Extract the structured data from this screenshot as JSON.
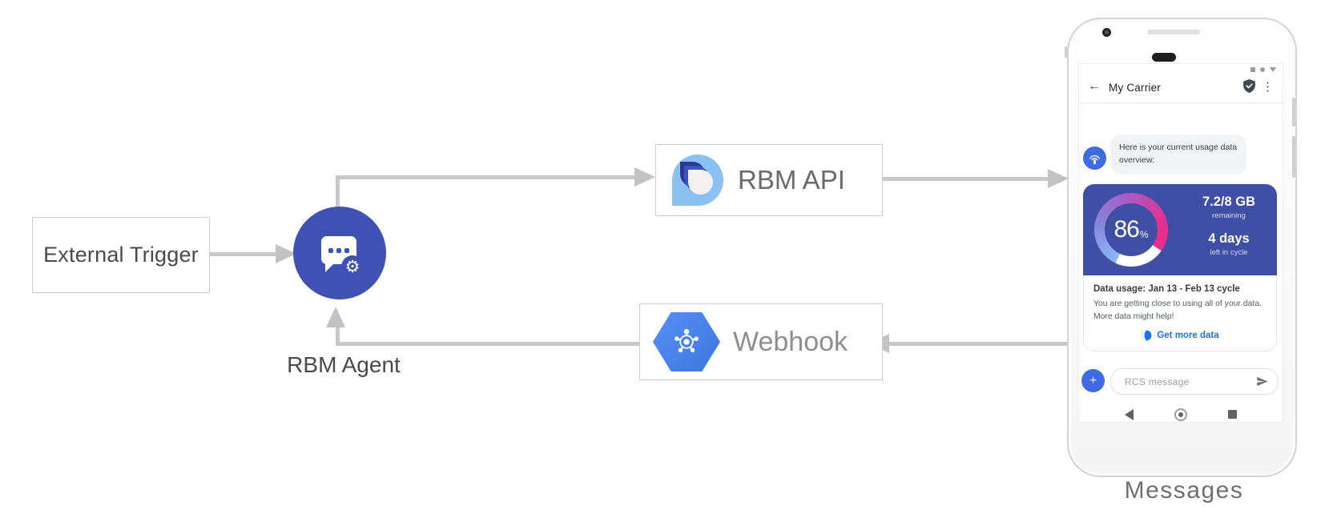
{
  "diagram": {
    "external_trigger_label": "External Trigger",
    "rbm_agent_label": "RBM Agent",
    "rbm_api_label": "RBM API",
    "webhook_label": "Webhook",
    "phone_caption": "Messages"
  },
  "phone": {
    "header": {
      "back_glyph": "←",
      "title": "My Carrier",
      "menu_glyph": "⋮"
    },
    "chat": {
      "bubble_text": "Here is your current usage data overview:"
    },
    "usage_card": {
      "percent": "86",
      "percent_unit": "%",
      "remaining_value": "7.2/8 GB",
      "remaining_label": "remaining",
      "days_value": "4 days",
      "days_label": "left in cycle",
      "title": "Data usage: Jan 13 - Feb 13 cycle",
      "body": "You are getting close to using all of your data. More data might help!",
      "cta_label": "Get more data"
    },
    "composer": {
      "plus_glyph": "+",
      "placeholder": "RCS message"
    }
  },
  "colors": {
    "indigo": "#3F51B5",
    "card_indigo": "#3E4FA5",
    "bright_blue": "#3E6BE4",
    "link_blue": "#1A73E8",
    "hexagon_blue": "#4683F2",
    "arrow_gray": "#C7C7C7",
    "gauge_pink": "#EC2B8A",
    "gauge_light_blue": "#8FB7F5"
  }
}
